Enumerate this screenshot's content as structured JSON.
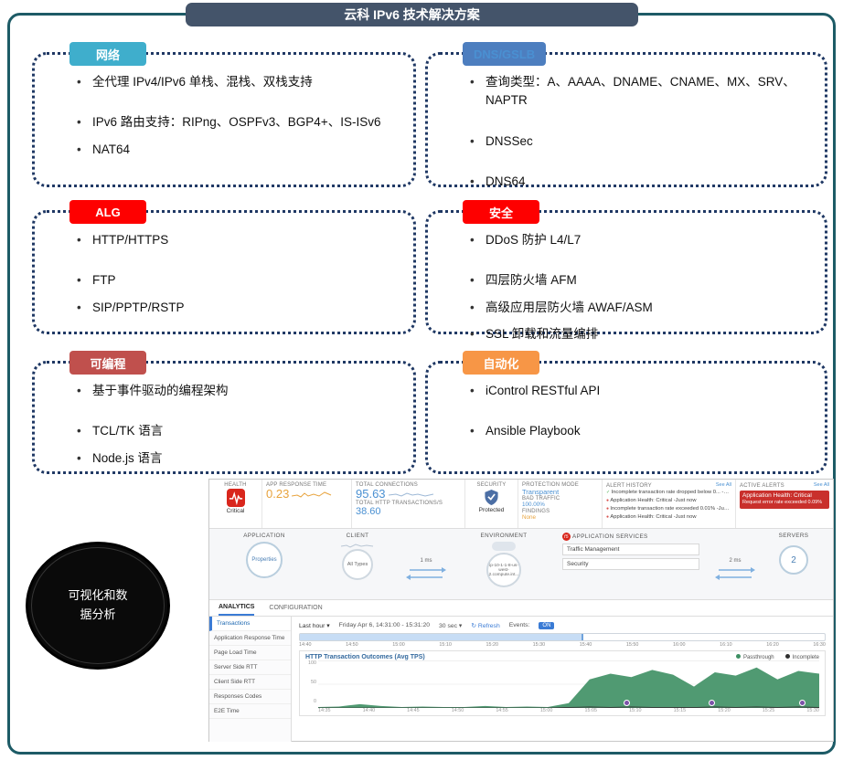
{
  "title": "云科 IPv6 技术解决方案",
  "colors": {
    "frame": "#1D5B66",
    "banner": "#44546A",
    "dash_border": "#1F3864",
    "tag_cyan": "#3FAECC",
    "tag_blue": "#4D7EBF",
    "tag_red": "#FE0000",
    "tag_darkred": "#C0504D",
    "tag_orange": "#F79646",
    "alert_red": "#C9302C",
    "accent_blue": "#4A90D2",
    "green": "#3D8F63"
  },
  "boxes": [
    {
      "tag": "网络",
      "items": [
        "全代理 IPv4/IPv6 单栈、混栈、双栈支持",
        "IPv6 路由支持：RIPng、OSPFv3、BGP4+、IS-ISv6",
        "NAT64"
      ]
    },
    {
      "tag": "DNS/GSLB",
      "items": [
        "查询类型：A、AAAA、DNAME、CNAME、MX、SRV、NAPTR",
        "DNSSec",
        "DNS64"
      ]
    },
    {
      "tag": "ALG",
      "items": [
        "HTTP/HTTPS",
        "FTP",
        "SIP/PPTP/RSTP"
      ]
    },
    {
      "tag": "安全",
      "items": [
        "DDoS 防护 L4/L7",
        "四层防火墙 AFM",
        "高级应用层防火墙 AWAF/ASM",
        "SSL 卸载和流量编排"
      ]
    },
    {
      "tag": "可编程",
      "items": [
        "基于事件驱动的编程架构",
        "TCL/TK 语言",
        "Node.js 语言"
      ]
    },
    {
      "tag": "自动化",
      "items": [
        "iControl RESTful API",
        "Ansible Playbook"
      ]
    }
  ],
  "callout": {
    "line1": "可视化和数",
    "line2": "据分析"
  },
  "dashboard": {
    "metrics": {
      "health": {
        "label": "HEALTH",
        "status": "Critical"
      },
      "app_response": {
        "label": "APP RESPONSE TIME",
        "value": "0.23"
      },
      "connections": {
        "label": "TOTAL CONNECTIONS",
        "value": "95.63",
        "label2": "TOTAL HTTP TRANSACTIONS/S",
        "value2": "38.60"
      },
      "security": {
        "label": "SECURITY",
        "status": "Protected"
      },
      "protection": {
        "label": "PROTECTION MODE",
        "mode": "Transparent",
        "bad_traffic_label": "BAD TRAFFIC",
        "bad_traffic": "100.00%",
        "findings_label": "FINDINGS",
        "findings": "None"
      },
      "alert_history": {
        "label": "ALERT HISTORY",
        "see_all": "See All",
        "items": [
          "Incomplete transaction rate dropped below 0... -Just now",
          "Application Health: Critical -Just now",
          "Incomplete transaction rate exceeded 0.01% -Just now",
          "Application Health: Critical -Just now"
        ]
      },
      "active_alerts": {
        "label": "ACTIVE ALERTS",
        "see_all": "See All",
        "items": [
          "Application Health: Critical",
          "Request error rate exceeded 0.09%"
        ]
      }
    },
    "topology": {
      "application": {
        "label": "APPLICATION",
        "node": "Properties"
      },
      "client": {
        "label": "CLIENT",
        "node": "All Types",
        "latency": "1 ms"
      },
      "environment": {
        "label": "ENVIRONMENT",
        "node": "ip-10-1-1-8-us-west-2.compute.int..."
      },
      "services": {
        "label": "APPLICATION SERVICES",
        "logo": "f5",
        "items": [
          "Traffic Management",
          "Security"
        ],
        "latency": "2 ms"
      },
      "servers": {
        "label": "SERVERS",
        "node": "2"
      }
    },
    "analytics": {
      "tabs": [
        "ANALYTICS",
        "CONFIGURATION"
      ],
      "sidebar": [
        "Transactions",
        "Application Response Time",
        "Page Load Time",
        "Server Side RTT",
        "Client Side RTT",
        "Responses Codes",
        "E2E Time"
      ],
      "toolbar": {
        "range": "Last hour ▾",
        "date": "Friday Apr 6, 14:31:00 - 15:31:20",
        "interval": "30 sec ▾",
        "refresh": "↻ Refresh",
        "events_label": "Events:",
        "events_state": "ON"
      },
      "timeline_ticks": [
        "14:40",
        "14:50",
        "15:00",
        "15:10",
        "15:20",
        "15:30",
        "15:40",
        "15:50",
        "16:00",
        "16:10",
        "16:20",
        "16:30"
      ],
      "chart_data": {
        "type": "area",
        "title": "HTTP Transaction Outcomes (Avg TPS)",
        "legend": [
          "Passthrough",
          "Incomplete"
        ],
        "ylim": [
          0,
          100
        ],
        "y_ticks": [
          "100",
          "50",
          "0"
        ],
        "x_ticks": [
          "14:35",
          "14:40",
          "14:45",
          "14:50",
          "14:55",
          "15:00",
          "15:05",
          "15:10",
          "15:15",
          "15:20",
          "15:25",
          "15:30"
        ],
        "series": [
          {
            "name": "Passthrough",
            "color": "#3D8F63",
            "values": [
              2,
              3,
              8,
              4,
              2,
              3,
              2,
              2,
              4,
              2,
              3,
              2,
              10,
              60,
              72,
              65,
              80,
              70,
              45,
              75,
              68,
              85,
              60,
              78,
              72
            ]
          },
          {
            "name": "Incomplete",
            "color": "#2F2F2F",
            "values": [
              0,
              0,
              0,
              0,
              0,
              0,
              0,
              0,
              0,
              0,
              0,
              0,
              1,
              2,
              1,
              2,
              1,
              1,
              1,
              2,
              1,
              2,
              1,
              2,
              1
            ]
          }
        ]
      }
    }
  }
}
